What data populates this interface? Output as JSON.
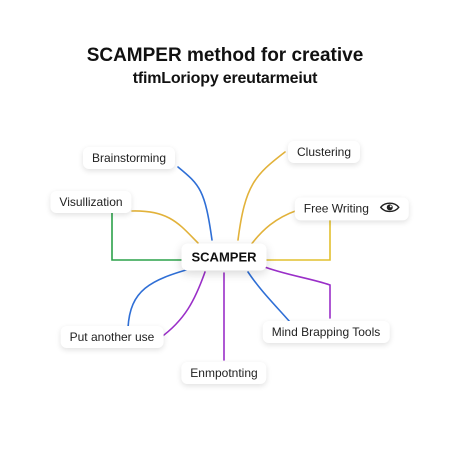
{
  "title": {
    "line1": "SCAMPER method for creative",
    "line2": "tfimLoriopy ereutarmeiut"
  },
  "center": {
    "label": "SCAMPER"
  },
  "nodes": [
    {
      "id": "brainstorming",
      "label": "Brainstorming",
      "color": "#2f6fd6"
    },
    {
      "id": "clustering",
      "label": "Clustering",
      "color": "#e2b23a"
    },
    {
      "id": "visullization",
      "label": "Visullization",
      "color": "#e2b23a"
    },
    {
      "id": "free-writing",
      "label": "Free Writing",
      "color": "#e2c02e",
      "icon": "eye-icon"
    },
    {
      "id": "put-another-use",
      "label": "Put another use",
      "color": "#2f6fd6"
    },
    {
      "id": "mind-mapping-tools",
      "label": "Mind Brapping Tools",
      "color": "#9a2fc8"
    },
    {
      "id": "enmpoting",
      "label": "Enmpotnting",
      "color": "#9a2fc8"
    }
  ],
  "extra_link_colors": {
    "green": "#2ca24a",
    "yellow": "#e2c02e",
    "purple": "#9a2fc8",
    "blue": "#2f6fd6"
  }
}
